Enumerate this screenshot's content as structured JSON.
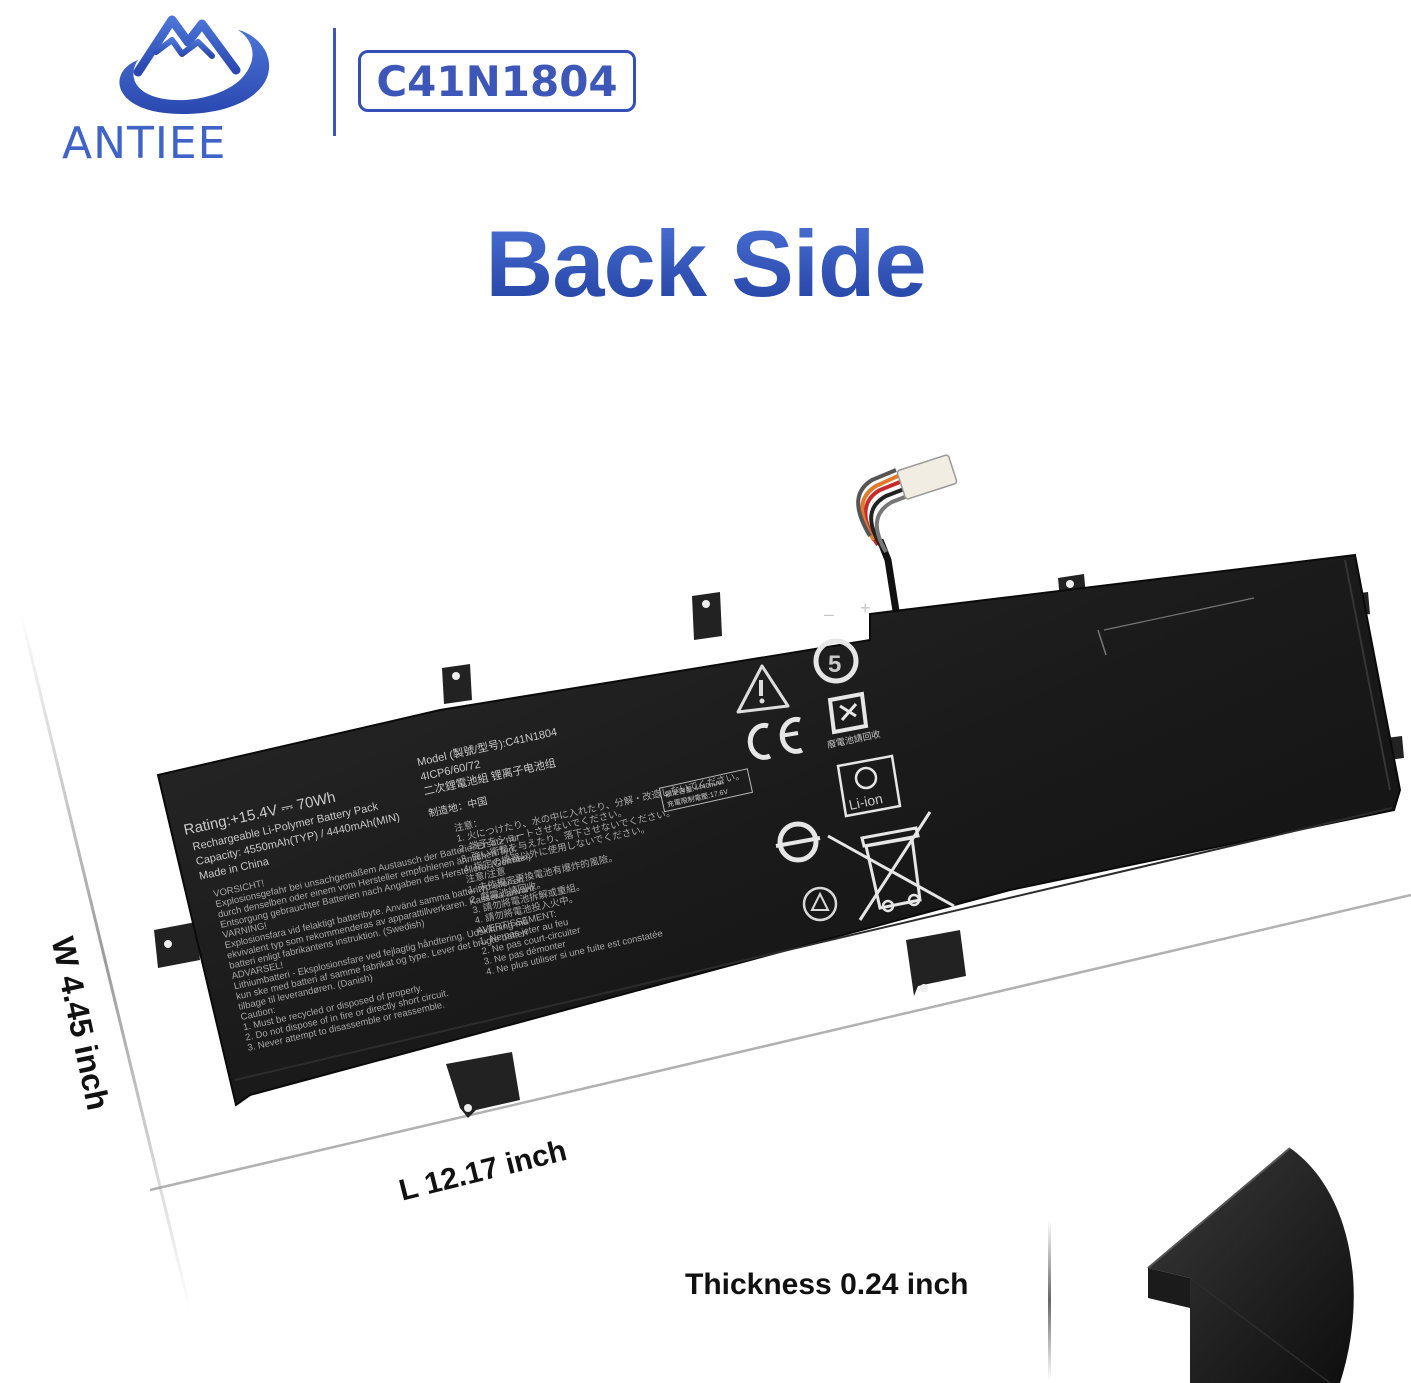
{
  "brand": {
    "name": "ANTIEE",
    "model_badge": "C41N1804",
    "accent_color": "#3d57b8"
  },
  "title": "Back Side",
  "dimensions": {
    "width": "W 4.45 inch",
    "length": "L 12.17 inch",
    "thickness": "Thickness 0.24 inch"
  },
  "battery_label": {
    "rating": "Rating:+15.4V ⎓ 70Wh",
    "type": "Rechargeable Li-Polymer Battery Pack",
    "capacity": "Capacity: 4550mAh(TYP) / 4440mAh(MIN)",
    "origin": "Made in China",
    "model": "Model (製號/型号):C41N1804",
    "cells": "4ICP6/60/72",
    "cells_zh": "二次鋰電池組    锂离子电池组",
    "made_in_zh": "制造地：中国",
    "warning_lines": [
      "VORSICHT!",
      "Explosionsgefahr bei unsachgemäßem Austausch der Batterie. Ersatz nur",
      "durch denselben oder einem vom Hersteller empfohlenen ähnlichen Typ.",
      "Entsorgung gebrauchter Batterien nach Angaben des Herstellers. (German)",
      "VARNING!",
      "Explosionsfara vid felaktigt batteribyte. Använd samma batterityp eller en",
      "ekvivalent typ som rekommenderas av apparattillverkaren. Kassera använt",
      "batteri enligt fabrikantens instruktion. (Swedish)",
      "ADVARSEL!",
      "Lithiumbatteri - Eksplosionsfare ved fejlagtig håndtering. Udskiftning må",
      "kun ske med batteri af samme fabrikat og type. Lever det brugte batteri",
      "tilbage til leverandøren. (Danish)",
      "Caution:",
      "1. Must be recycled or disposed of properly.",
      "2. Do not dispose of in fire or directly short circuit.",
      "3. Never attempt to disassemble or reassemble."
    ],
    "notes_lines": [
      "注意：",
      "1. 火につけたり、水の中に入れたり、分解・改造しないでください。",
      "2. 端子をショートさせないでください。",
      "3. 強い衝撃を与えたり、落下させないでください。",
      "4. 指定の機器以外に使用しないでください。",
      "注意/注意",
      "1. 未依規定更換電池有爆炸的風險。",
      "2. 廢電池請回收。",
      "3. 請勿將電池拆解或重組。",
      "4. 請勿將電池投入火中。",
      "AVERTISSEMENT:",
      "1. Ne pas jeter au feu",
      "2. Ne pas court-circuiter",
      "3. Ne pas démonter",
      "4. Ne plus utiliser si une fuite est constatée"
    ],
    "spec_box_lines": [
      "額定容量:4440mAh",
      "充電限制電壓:17.6V"
    ],
    "polarity_minus": "–",
    "polarity_plus": "+",
    "recycle_number": "5",
    "battery_type_mark": "Li-ion",
    "recycle_caption": "廢電池請回收"
  }
}
